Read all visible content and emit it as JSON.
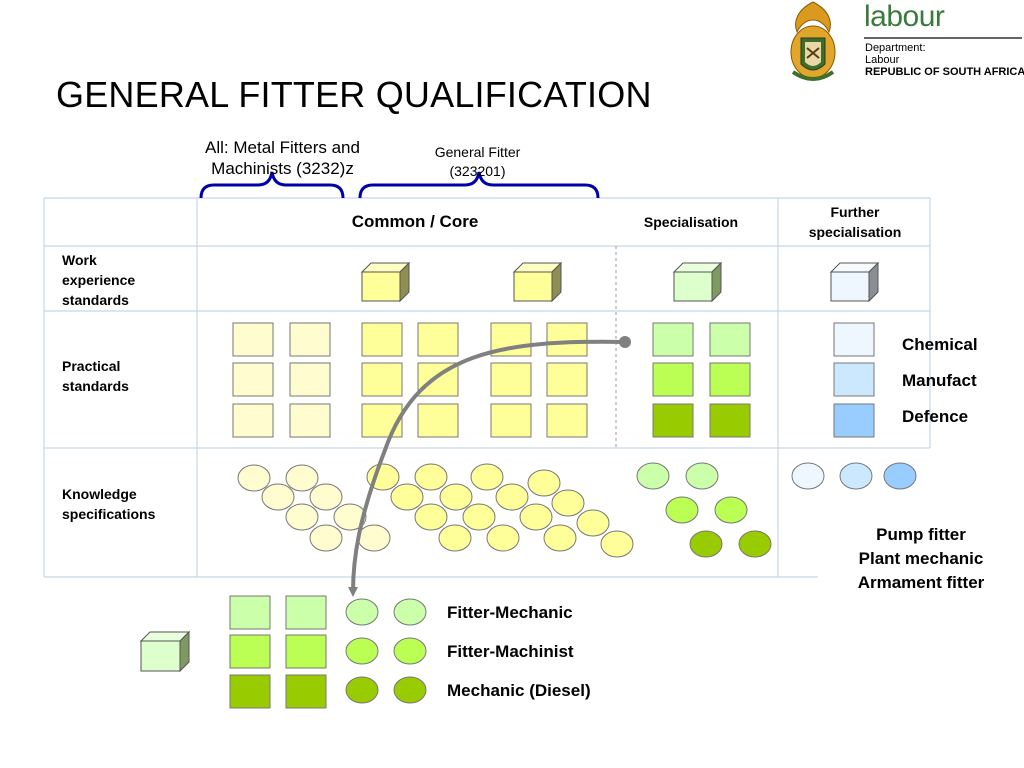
{
  "title": "GENERAL FITTER QUALIFICATION",
  "logo": {
    "word": "labour",
    "department": "Department:",
    "dept_name": "Labour",
    "country": "REPUBLIC OF SOUTH AFRICA"
  },
  "braces": {
    "all": {
      "line1": "All: Metal Fitters and",
      "line2": "Machinists (3232)z"
    },
    "general": {
      "line1": "General Fitter",
      "line2": "(323201)"
    }
  },
  "columns": {
    "core": "Common / Core",
    "specialisation": "Specialisation",
    "further_line1": "Further",
    "further_line2": "specialisation"
  },
  "rows": {
    "work": {
      "line1": "Work",
      "line2": "experience",
      "line3": "standards"
    },
    "practical": {
      "line1": "Practical",
      "line2": "standards"
    },
    "knowledge": {
      "line1": "Knowledge",
      "line2": "specifications"
    }
  },
  "further_specialisations": [
    "Chemical",
    "Manufact",
    "Defence"
  ],
  "further_trades": [
    "Pump fitter",
    "Plant mechanic",
    "Armament fitter"
  ],
  "legend": [
    "Fitter-Mechanic",
    "Fitter-Machinist",
    "Mechanic (Diesel)"
  ],
  "colors": {
    "core_pale": "#FFFDD0",
    "core_yellow": "#FFFF99",
    "green_light": "#CCFFAA",
    "green_mid": "#BBFF55",
    "green_dark": "#99CC00",
    "blue_pale": "#EEF6FF",
    "blue_light": "#CCE8FF",
    "blue_mid": "#99CCFF",
    "brace": "#0000AA",
    "arrow": "#808080",
    "grid": "#C5D7E6"
  }
}
